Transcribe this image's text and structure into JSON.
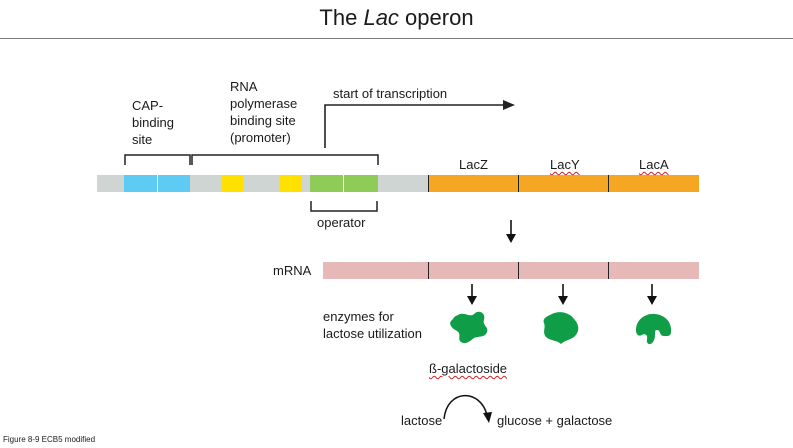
{
  "title": {
    "prefix": "The ",
    "italic": "Lac",
    "suffix": " operon"
  },
  "labels": {
    "cap_site": [
      "CAP-",
      "binding",
      "site"
    ],
    "promoter": [
      "RNA",
      "polymerase",
      "binding site",
      "(promoter)"
    ],
    "start": "start of transcription",
    "operator": "operator",
    "mrna": "mRNA",
    "enzymes": [
      "enzymes for",
      "lactose utilization"
    ],
    "enzyme_name": "ß-galactoside",
    "lactose": "lactose",
    "products": "glucose + galactose"
  },
  "genes": [
    "LacZ",
    "LacY",
    "LacA"
  ],
  "caption": "Figure 8-9 ECB5 modified",
  "colors": {
    "dna_gray": "#cfd5d3",
    "cap_blue": "#5ecbf5",
    "promoter_yellow": "#ffe100",
    "operator_green": "#8fcc57",
    "gene_orange": "#f5a623",
    "mrna_pink": "#e6b8b7",
    "enzyme_green": "#0f9d48"
  }
}
